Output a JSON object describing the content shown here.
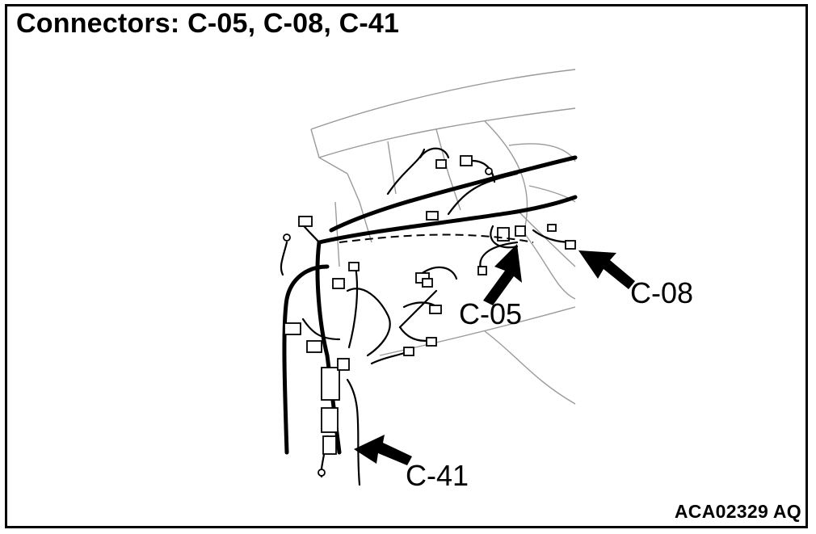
{
  "title": "Connectors: C-05, C-08, C-41",
  "callouts": {
    "c05": "C-05",
    "c08": "C-08",
    "c41": "C-41"
  },
  "figure_code": "ACA02329 AQ",
  "colors": {
    "line": "#000000",
    "faint_line": "#9a9a9a",
    "background": "#ffffff"
  }
}
